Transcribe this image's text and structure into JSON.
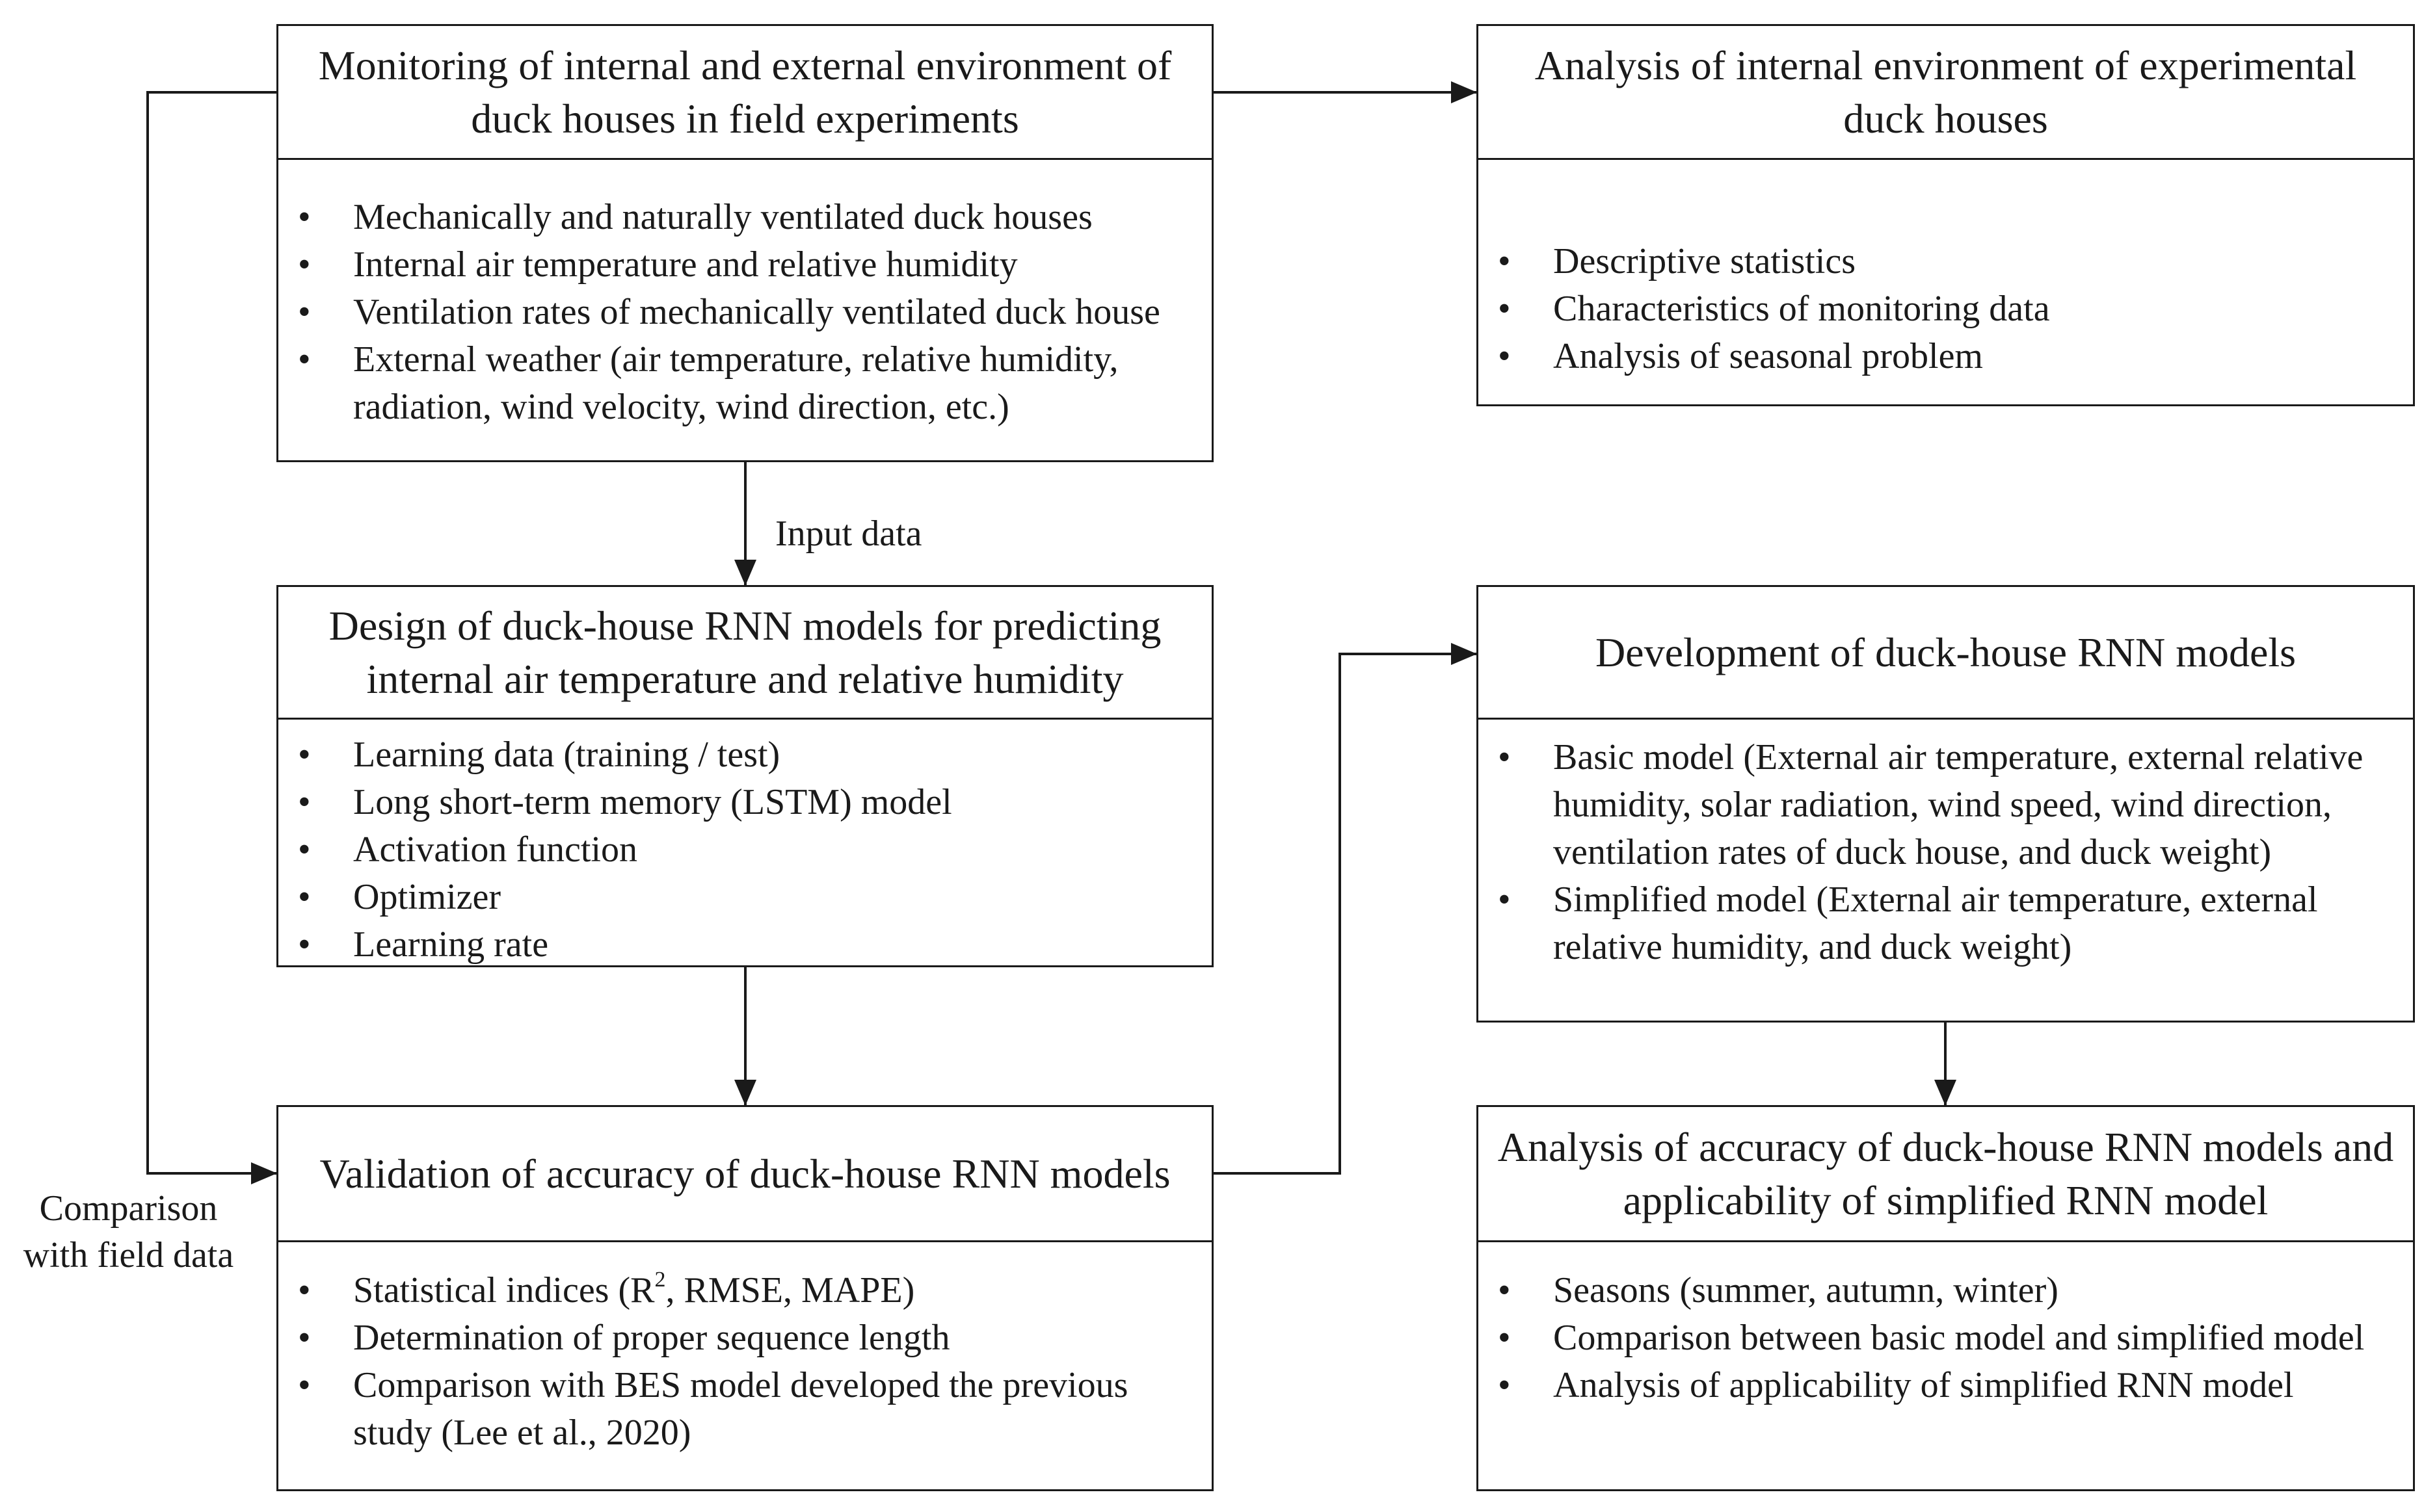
{
  "boxes": {
    "monitoring": {
      "title": "Monitoring of internal and external environment of duck houses in field experiments",
      "items": [
        "Mechanically and naturally ventilated duck houses",
        "Internal air temperature and relative humidity",
        "Ventilation rates of mechanically ventilated duck house",
        "External weather (air temperature, relative humidity, radiation, wind velocity, wind direction, etc.)"
      ]
    },
    "analysis_internal": {
      "title": "Analysis of internal environment of experimental duck houses",
      "items": [
        "Descriptive statistics",
        "Characteristics of monitoring data",
        "Analysis of seasonal problem"
      ]
    },
    "design": {
      "title": "Design of duck-house RNN models for predicting internal air temperature and relative humidity",
      "items": [
        "Learning data (training / test)",
        "Long short-term memory (LSTM) model",
        "Activation function",
        "Optimizer",
        "Learning rate"
      ]
    },
    "development": {
      "title": "Development of duck-house RNN models",
      "items": [
        "Basic model (External air temperature, external relative humidity, solar radiation, wind speed, wind direction, ventilation rates of duck house, and duck weight)",
        "Simplified model (External air temperature, external relative humidity, and duck weight)"
      ]
    },
    "validation": {
      "title": "Validation of accuracy of duck-house RNN models",
      "items_first_prefix": "Statistical indices (R",
      "items_first_sup": "2",
      "items_first_suffix": ", RMSE, MAPE)",
      "items_rest": [
        "Determination of proper sequence length",
        "Comparison with BES model developed the previous study (Lee et al., 2020)"
      ]
    },
    "analysis_accuracy": {
      "title": "Analysis of accuracy of duck-house RNN models and applicability of simplified RNN model",
      "items": [
        "Seasons (summer, autumn, winter)",
        "Comparison between basic model and simplified model",
        "Analysis of applicability of simplified RNN model"
      ]
    }
  },
  "labels": {
    "input_data": "Input data",
    "comparison_line1": "Comparison",
    "comparison_line2": "with field data"
  },
  "colors": {
    "line": "#1a1a1a",
    "background": "#ffffff"
  }
}
